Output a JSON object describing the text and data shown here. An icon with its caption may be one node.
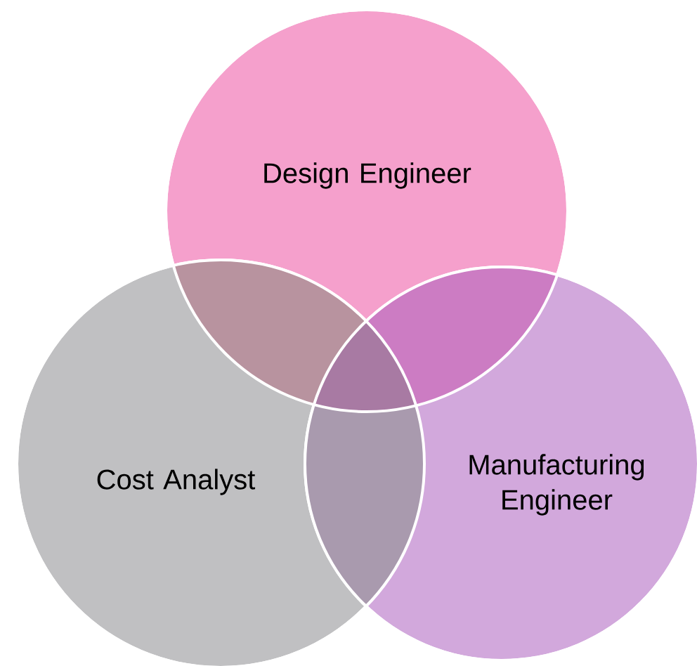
{
  "diagram": {
    "nodes": [
      {
        "text": [
          "Design Engineer"
        ]
      },
      {
        "text": [
          "Cost Analyst"
        ]
      },
      {
        "text": [
          "Manufacturing Engineer"
        ]
      }
    ]
  }
}
